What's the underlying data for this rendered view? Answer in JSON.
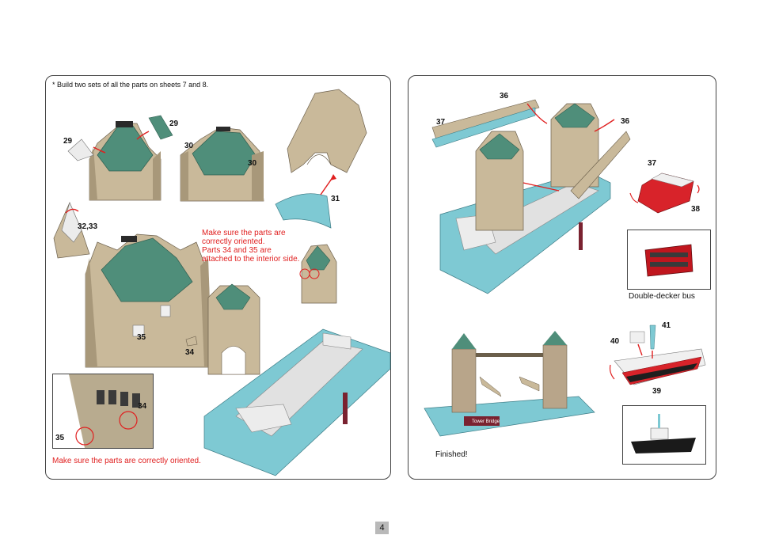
{
  "left": {
    "note_top": "* Build two sets of all the parts on sheets 7 and 8.",
    "labels": {
      "p29a": "29",
      "p29b": "29",
      "p30a": "30",
      "p30b": "30",
      "p31": "31",
      "p3233": "32,33",
      "p34a": "34",
      "p35a": "35",
      "p34b": "34",
      "p35b": "35"
    },
    "orient_note": {
      "line1": "Make sure the parts are",
      "line2": "correctly oriented.",
      "line3": "Parts 34 and 35 are",
      "line4": "attached to the interior side."
    },
    "inset_note": "Make sure the parts are correctly oriented."
  },
  "right": {
    "labels": {
      "p36a": "36",
      "p36b": "36",
      "p37a": "37",
      "p37b": "37",
      "p38": "38",
      "p39": "39",
      "p40": "40",
      "p41": "41"
    },
    "bus_caption": "Double-decker bus",
    "finished_caption": "Finished!",
    "sign_title": "Tower Bridge"
  },
  "page_number": "4",
  "colors": {
    "tower_tan": "#c9b99a",
    "tower_shadow": "#a8987a",
    "roof_green": "#4f8e7a",
    "base_blue": "#7ec9d3",
    "road_grey": "#e1e1e1",
    "arrow_red": "#e02020",
    "bus_red": "#d8232a"
  }
}
